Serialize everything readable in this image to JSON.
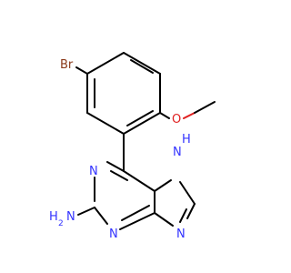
{
  "molecule": {
    "atoms": {
      "br": {
        "label": "Br",
        "color": "#8b3a1a"
      },
      "o": {
        "label": "O",
        "color": "#e02020"
      },
      "n_ring1": {
        "label": "N",
        "color": "#3333ff"
      },
      "n_ring3": {
        "label": "N",
        "color": "#3333ff"
      },
      "n_imid": {
        "label": "N",
        "color": "#3333ff"
      },
      "nh_imid": {
        "label": "H",
        "n_label": "N",
        "color": "#3333ff"
      },
      "nh2": {
        "label": "H",
        "sub": "2",
        "n_label": "N",
        "color": "#3333ff"
      }
    }
  }
}
